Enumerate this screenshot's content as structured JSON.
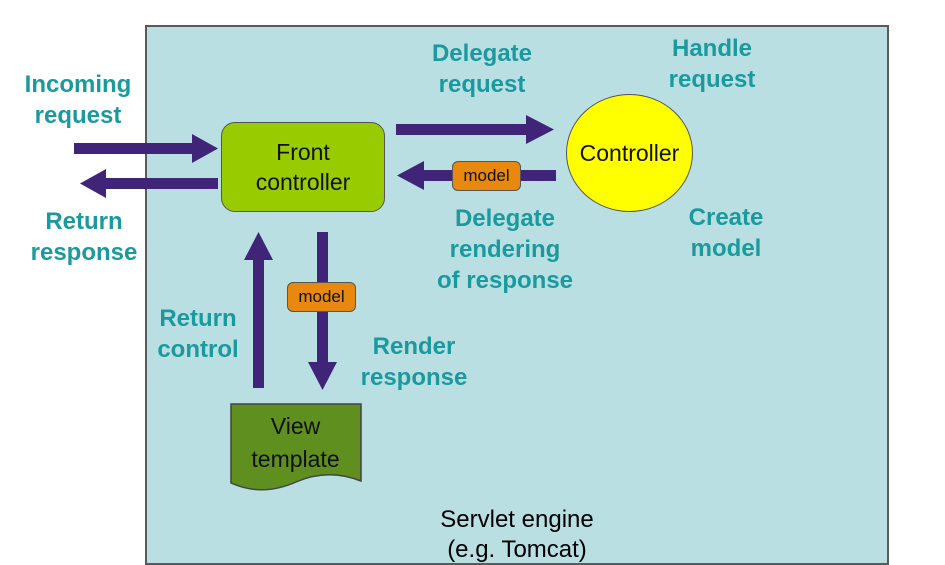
{
  "boxes": {
    "front_controller": {
      "line1": "Front",
      "line2": "controller"
    },
    "controller": "Controller",
    "view_template": {
      "line1": "View",
      "line2": "template"
    },
    "model_top": "model",
    "model_left": "model"
  },
  "engine": {
    "line1": "Servlet engine",
    "line2": "(e.g. Tomcat)"
  },
  "labels": {
    "incoming": {
      "line1": "Incoming",
      "line2": "request"
    },
    "return_response": {
      "line1": "Return",
      "line2": "response"
    },
    "delegate_request": {
      "line1": "Delegate",
      "line2": "request"
    },
    "handle_request": {
      "line1": "Handle",
      "line2": "request"
    },
    "create_model": {
      "line1": "Create",
      "line2": "model"
    },
    "delegate_rendering": {
      "line1": "Delegate",
      "line2": "rendering",
      "line3": "of response"
    },
    "return_control": {
      "line1": "Return",
      "line2": "control"
    },
    "render_response": {
      "line1": "Render",
      "line2": "response"
    }
  },
  "colors": {
    "background": "#b9dfe3",
    "teal_text": "#1b9a9e",
    "arrow": "#3f2478",
    "front_controller": "#99cc00",
    "controller": "#ffff00",
    "model": "#e8880e",
    "view_template": "#5f8f1f"
  }
}
